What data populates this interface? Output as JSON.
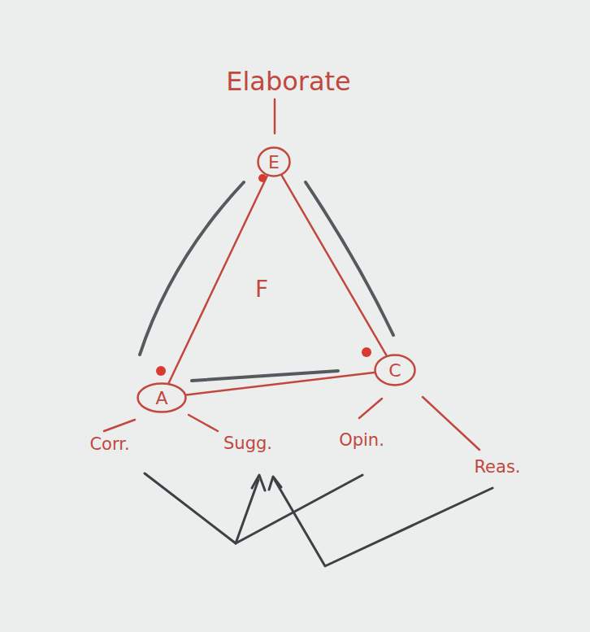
{
  "diagram": {
    "nodes": [
      {
        "text": [
          "E"
        ]
      },
      {
        "text": [
          "A"
        ]
      },
      {
        "text": [
          "C"
        ]
      }
    ],
    "edges": [
      {
        "from": 0,
        "to": 1,
        "arrow": "none"
      },
      {
        "from": 0,
        "to": 2,
        "arrow": "none"
      },
      {
        "from": 1,
        "to": 2,
        "arrow": "none"
      }
    ],
    "labels": [
      "Elaborate",
      "F",
      "Corr.",
      "Sugg.",
      "Opin.",
      "Reas."
    ]
  }
}
